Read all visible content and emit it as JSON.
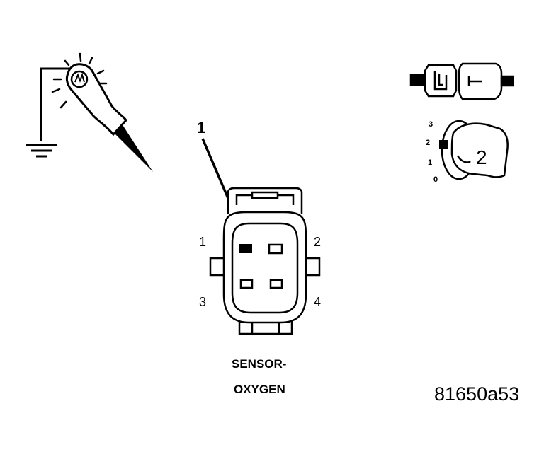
{
  "callout": {
    "number": "1"
  },
  "connector": {
    "pins": {
      "p1": "1",
      "p2": "2",
      "p3": "3",
      "p4": "4"
    },
    "title_line1": "SENSOR-",
    "title_line2": "OXYGEN"
  },
  "ignition": {
    "key_label": "2",
    "positions": {
      "pos3": "3",
      "pos2": "2",
      "pos1": "1",
      "pos0": "0"
    }
  },
  "figure_id": "81650a53",
  "icons": {
    "test_light": "test-light-probe-icon",
    "ground": "ground-symbol-icon",
    "connector_plug": "connector-halves-icon",
    "ignition_key": "ignition-key-icon"
  }
}
